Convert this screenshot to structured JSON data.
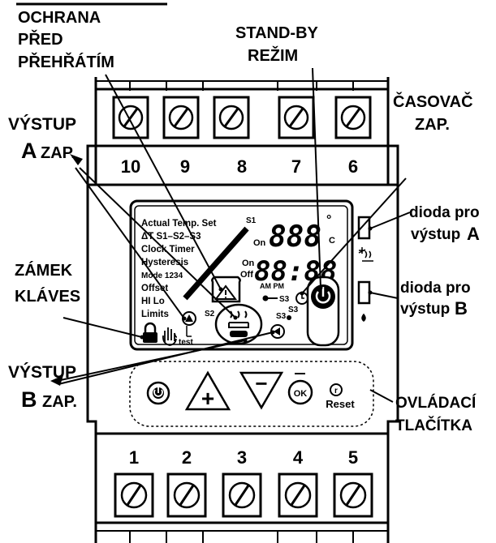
{
  "callouts": {
    "overheat_1": "OCHRANA",
    "overheat_2": "PŘED",
    "overheat_3": "PŘEHŘÁTÍM",
    "standby_1": "STAND-BY",
    "standby_2": "REŽIM",
    "timer_1": "ČASOVAČ",
    "timer_2": "ZAP.",
    "out_a_1": "VÝSTUP",
    "out_a_2_letter": "A",
    "out_a_2_word": "ZAP.",
    "diode_a_1": "dioda pro",
    "diode_a_2_word": "výstup",
    "diode_a_2_letter": "A",
    "keylock_1": "ZÁMEK",
    "keylock_2": "KLÁVES",
    "diode_b_1": "dioda pro",
    "diode_b_2_word": "výstup",
    "diode_b_2_letter": "B",
    "out_b_1": "VÝSTUP",
    "out_b_2_letter": "B",
    "out_b_2_word": "ZAP.",
    "buttons_1": "OVLÁDACÍ",
    "buttons_2": "TLAČÍTKA"
  },
  "terminals": {
    "top": [
      "10",
      "9",
      "8",
      "7",
      "6"
    ],
    "bottom": [
      "1",
      "2",
      "3",
      "4",
      "5"
    ]
  },
  "lcd": {
    "menu": [
      "Actual Temp. Set",
      "ΔT S1–S2–S3",
      "Clock Timer",
      "Hysteresis",
      "Mode 1234",
      "Offset",
      "HI Lo",
      "Limits"
    ],
    "s1": "S1",
    "s2": "S2",
    "s3": "S3",
    "s3b": "S3",
    "on": "On",
    "on2": "On",
    "off": "Off",
    "ampm": "AM PM",
    "digits_top": "888",
    "digits_bottom": "88:88",
    "degree": "°",
    "unit": "C",
    "test": "test"
  },
  "buttons": {
    "reset_label": "Reset",
    "reset_symbol": "r",
    "ok": "OK",
    "plus": "+",
    "minus": "−"
  }
}
